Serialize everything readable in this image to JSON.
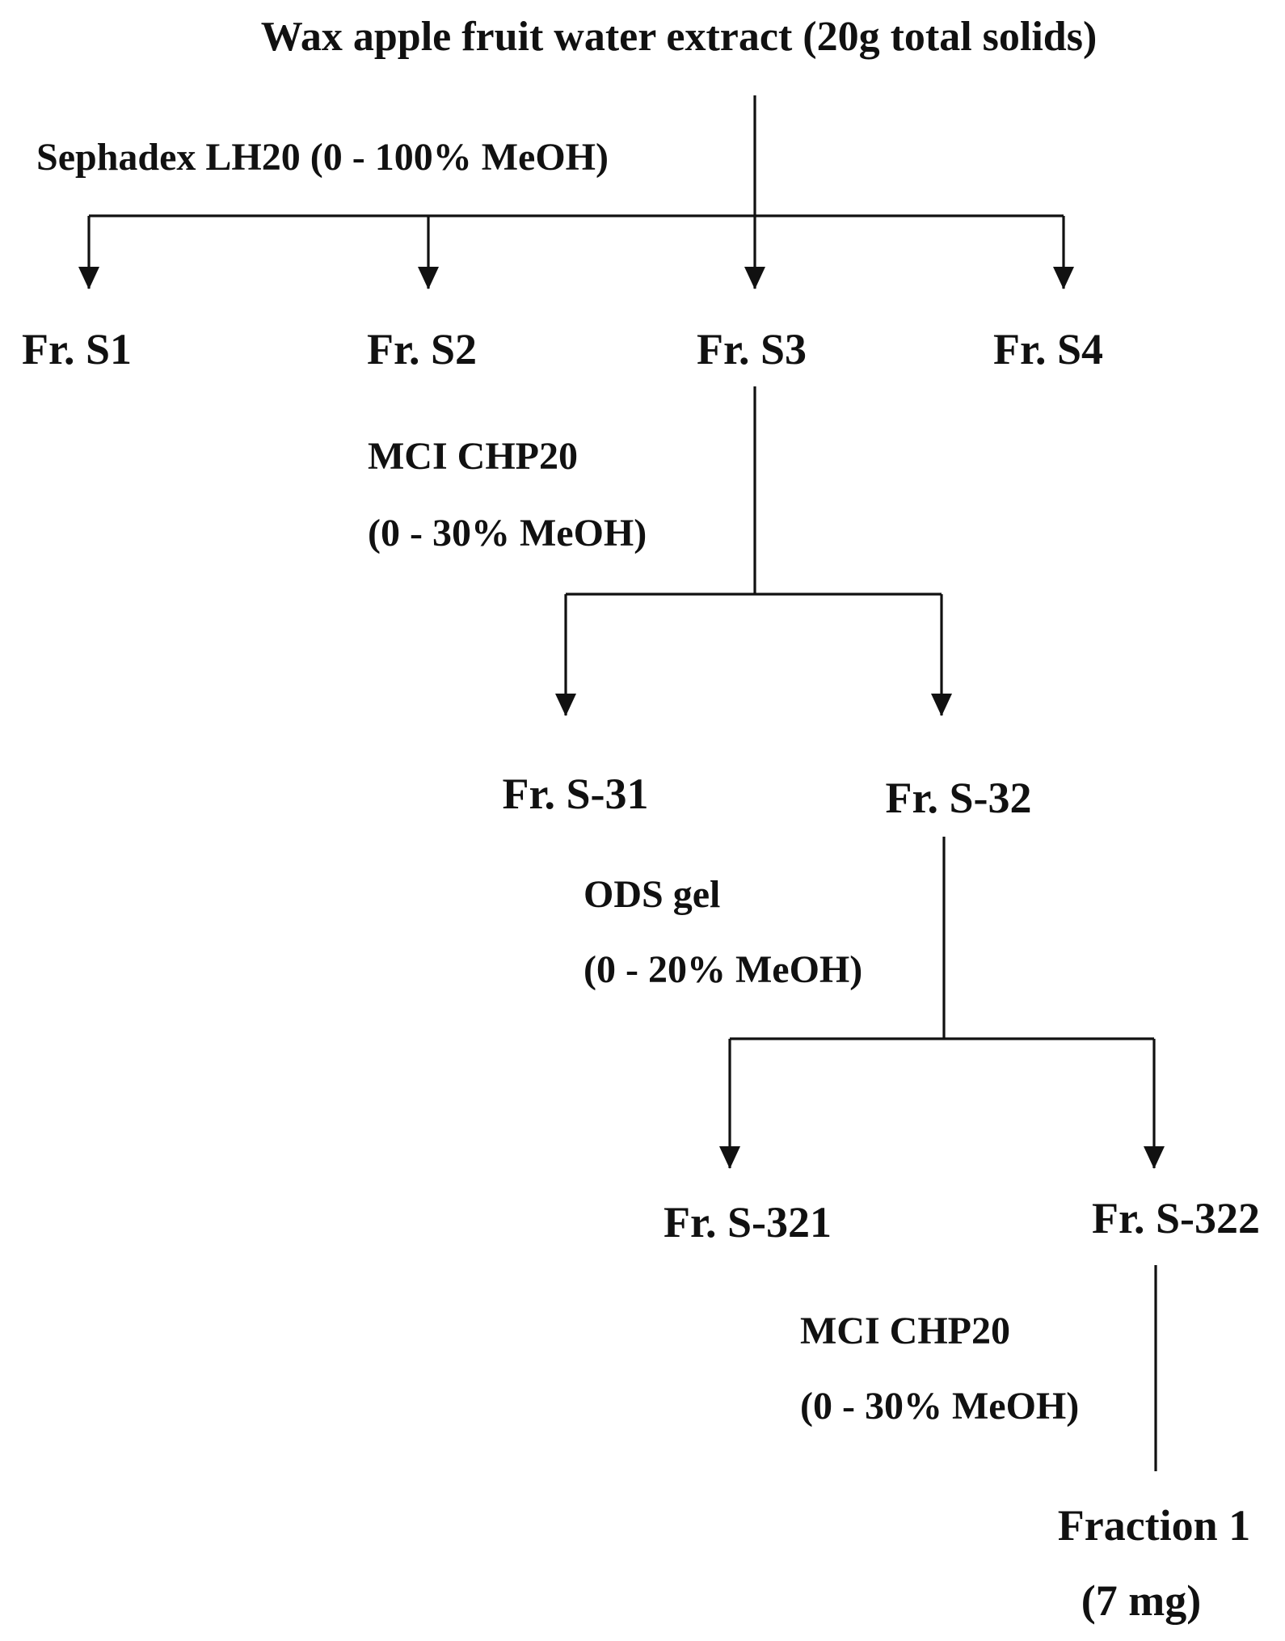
{
  "diagram": {
    "title": "Wax apple fruit water extract (20g total solids)",
    "steps": {
      "step1": {
        "method": "Sephadex LH20 (0 - 100% MeOH)"
      },
      "step2": {
        "method_line1": "MCI CHP20",
        "method_line2": "(0 - 30% MeOH)"
      },
      "step3": {
        "method_line1": "ODS gel",
        "method_line2": "(0 - 20% MeOH)"
      },
      "step4": {
        "method_line1": "MCI CHP20",
        "method_line2": "(0 - 30% MeOH)"
      }
    },
    "fractions": {
      "s1": "Fr. S1",
      "s2": "Fr. S2",
      "s3": "Fr. S3",
      "s4": "Fr. S4",
      "s31": "Fr. S-31",
      "s32": "Fr. S-32",
      "s321": "Fr. S-321",
      "s322": "Fr. S-322",
      "final_line1": "Fraction 1",
      "final_line2": "(7 mg)"
    }
  }
}
